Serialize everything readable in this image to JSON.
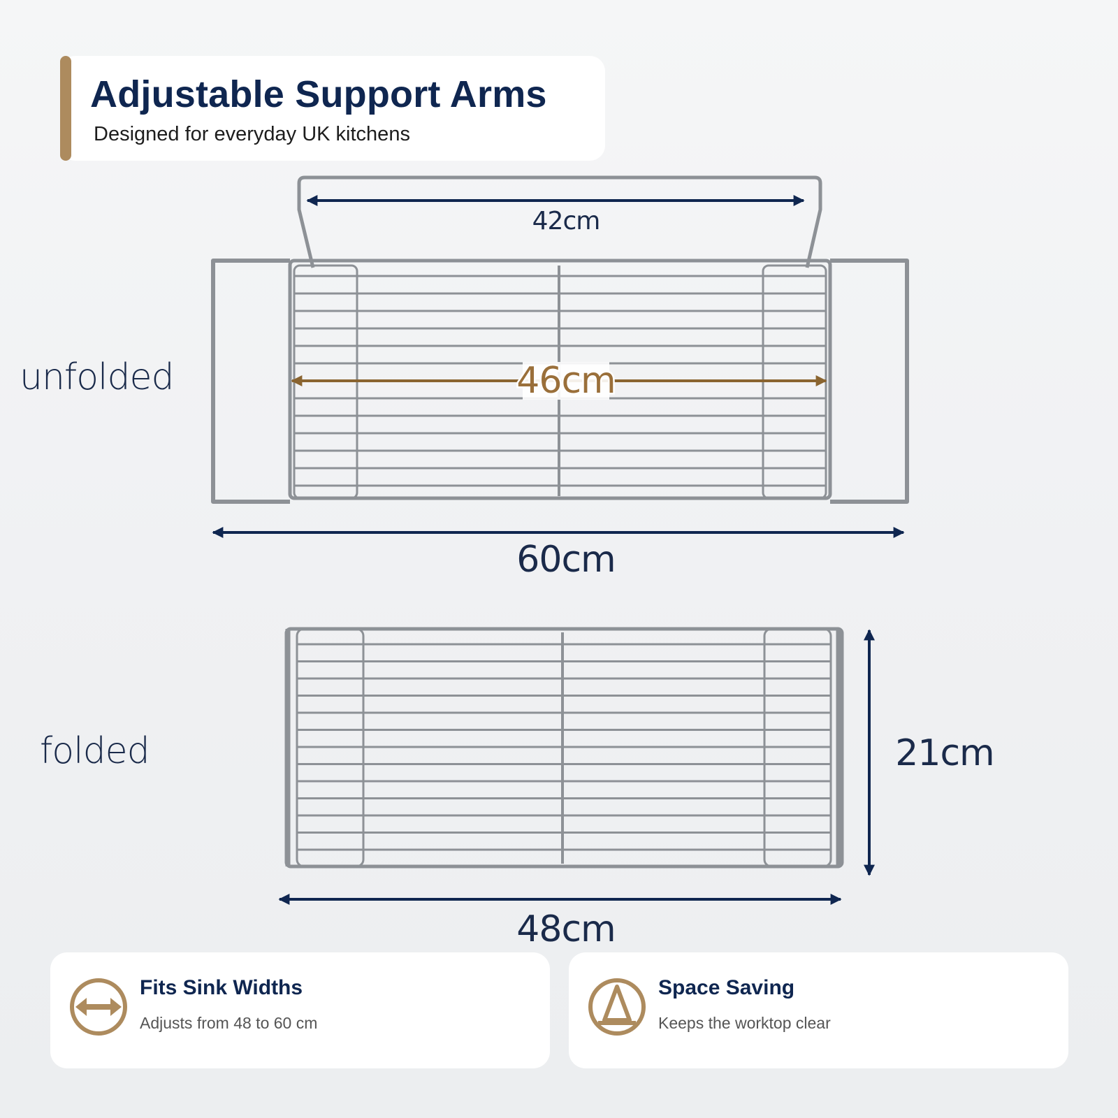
{
  "header": {
    "title": "Adjustable Support Arms",
    "subtitle": "Designed for everyday UK kitchens"
  },
  "labels": {
    "unfolded": "unfolded",
    "folded": "folded"
  },
  "dimensions": {
    "handle_width": "42cm",
    "inner_width": "46cm",
    "unfolded_width": "60cm",
    "folded_height": "21cm",
    "folded_width": "48cm"
  },
  "features": [
    {
      "title": "Fits Sink Widths",
      "description": "Adjusts from 48 to 60 cm",
      "icon": "double-arrow-icon"
    },
    {
      "title": "Space Saving",
      "description": "Keeps the worktop clear",
      "icon": "triangle-icon"
    }
  ],
  "colors": {
    "navy": "#0f2650",
    "accent_gold": "#ad8b5e",
    "steel": "#8d9196"
  }
}
